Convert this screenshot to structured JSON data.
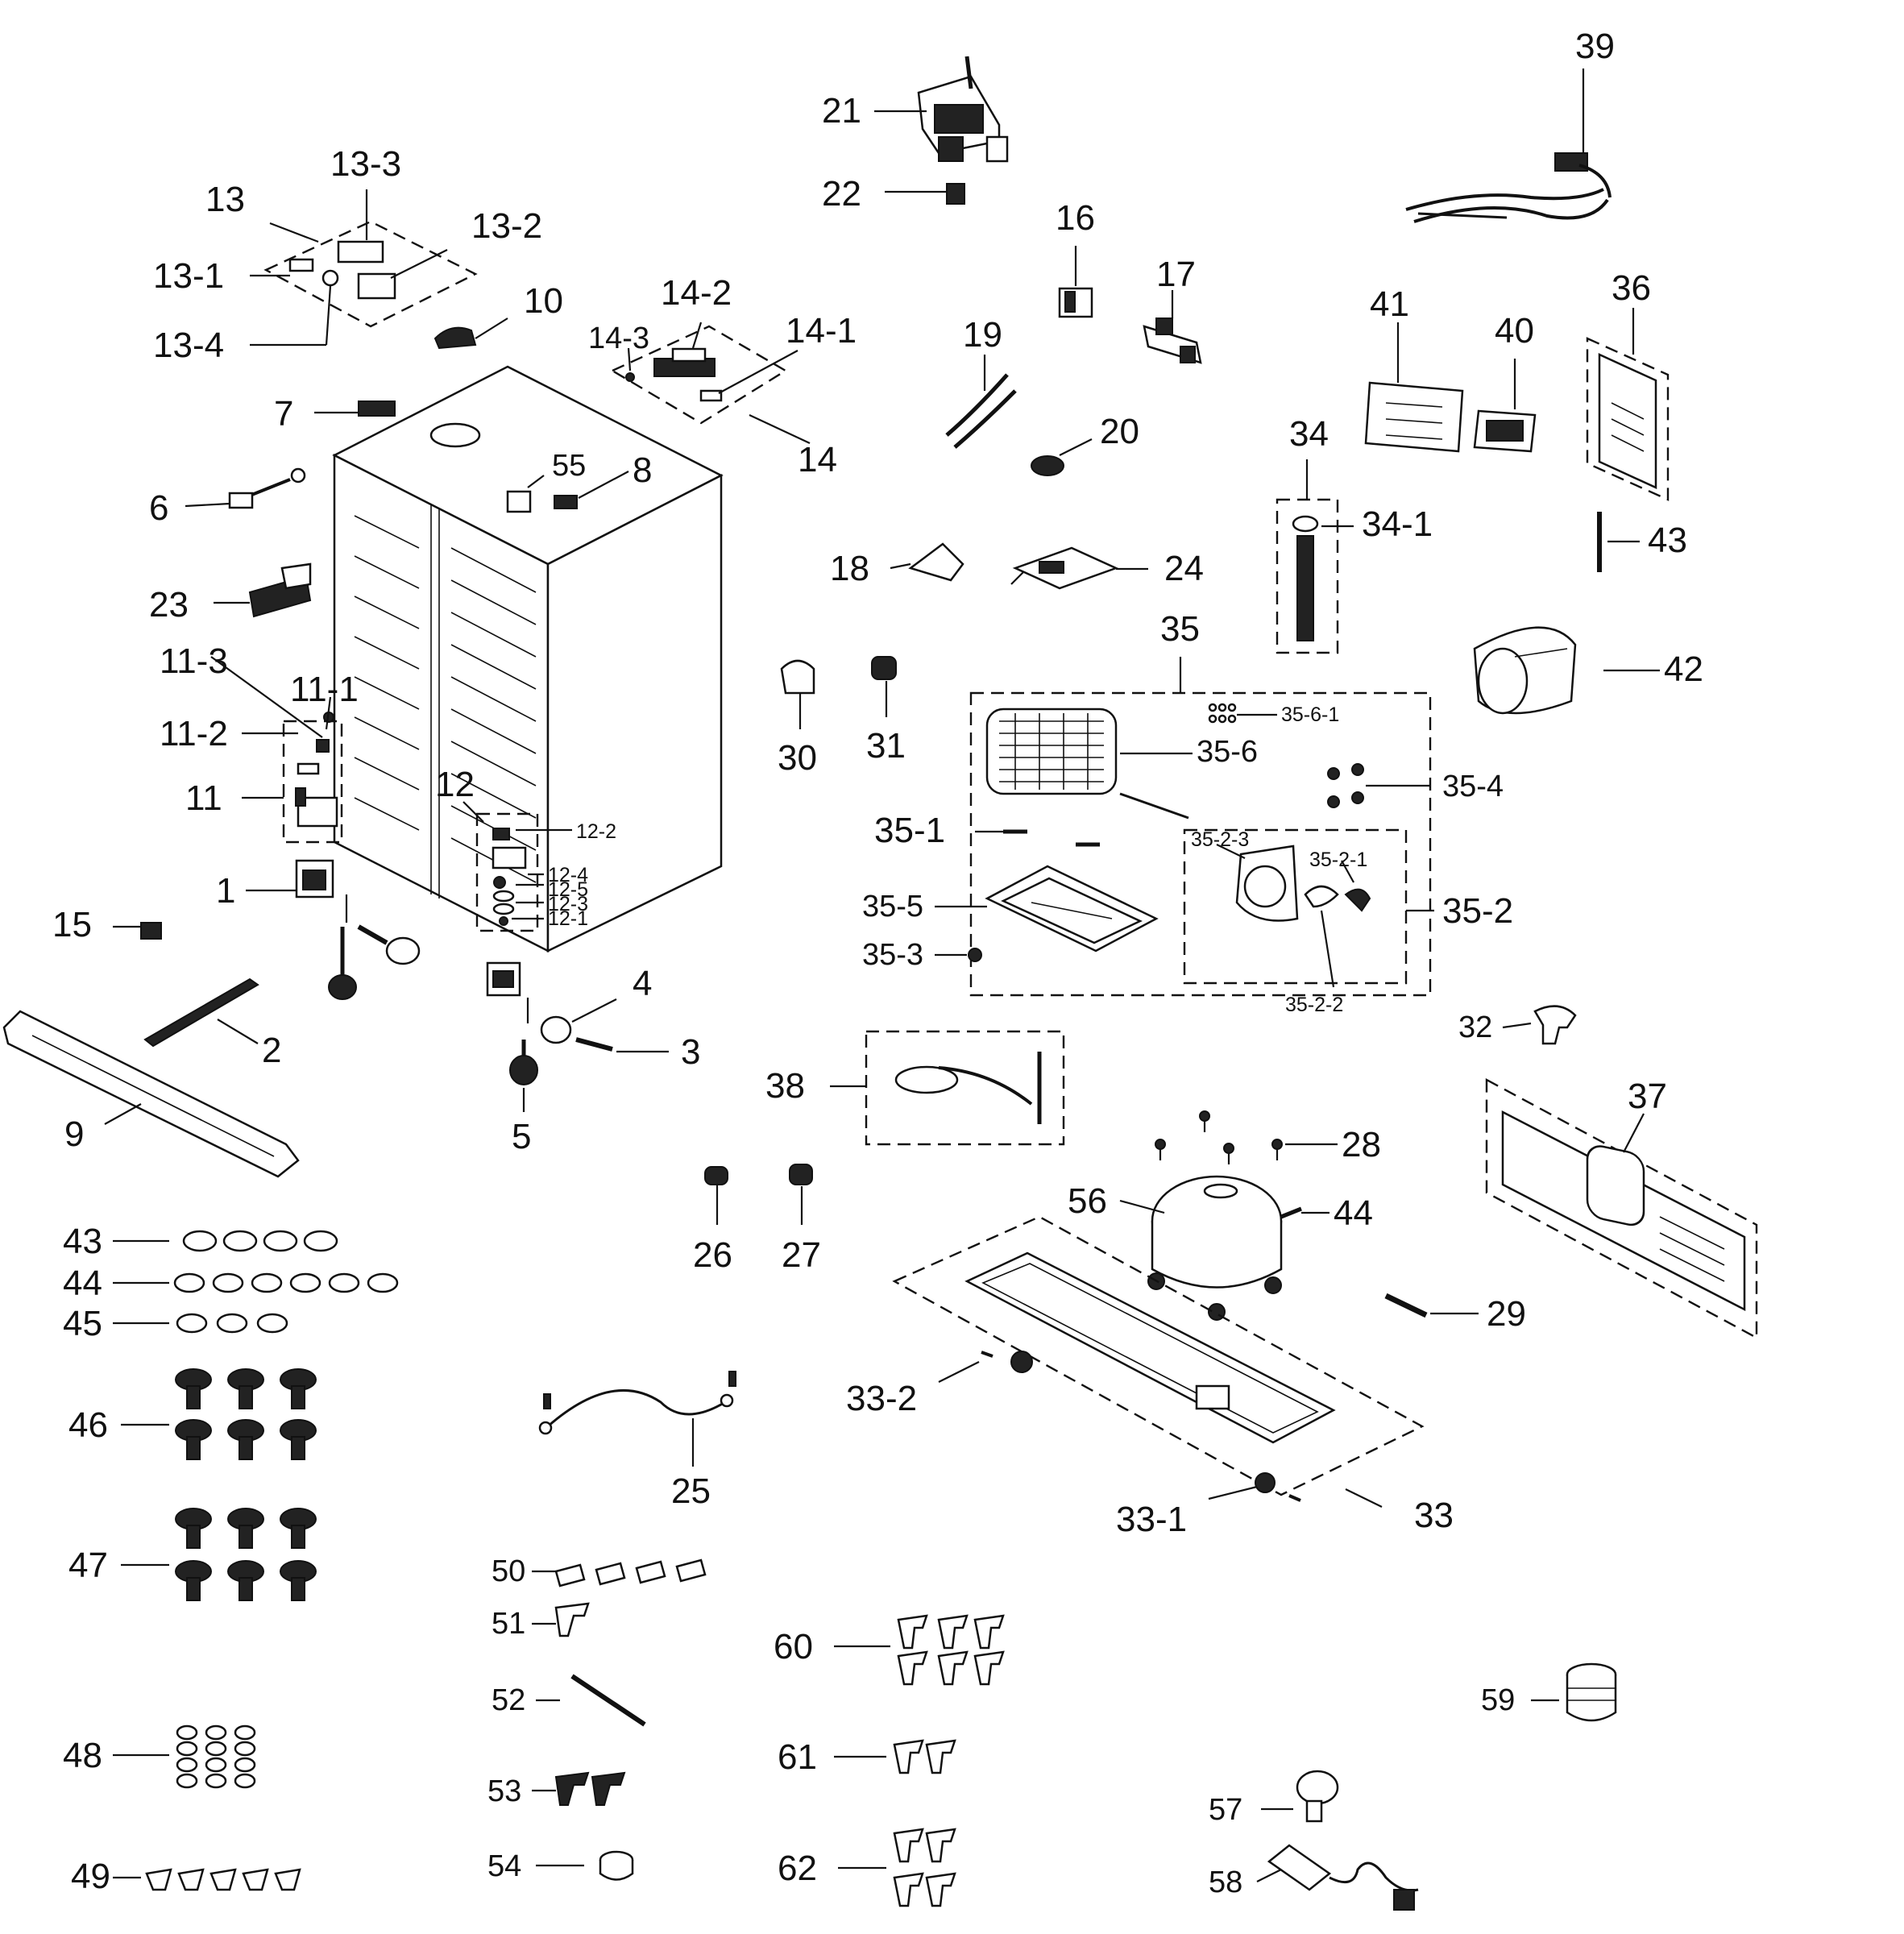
{
  "callouts": {
    "c1": "1",
    "c2": "2",
    "c3": "3",
    "c4": "4",
    "c5": "5",
    "c6": "6",
    "c7": "7",
    "c8": "8",
    "c9": "9",
    "c10": "10",
    "c11": "11",
    "c11_1": "11-1",
    "c11_2": "11-2",
    "c11_3": "11-3",
    "c12": "12",
    "c12_1": "12-1",
    "c12_2": "12-2",
    "c12_3": "12-3",
    "c12_4": "12-4",
    "c12_5": "12-5",
    "c13": "13",
    "c13_1": "13-1",
    "c13_2": "13-2",
    "c13_3": "13-3",
    "c13_4": "13-4",
    "c14": "14",
    "c14_1": "14-1",
    "c14_2": "14-2",
    "c14_3": "14-3",
    "c15": "15",
    "c16": "16",
    "c17": "17",
    "c18": "18",
    "c19": "19",
    "c20": "20",
    "c21": "21",
    "c22": "22",
    "c23": "23",
    "c24": "24",
    "c25": "25",
    "c26": "26",
    "c27": "27",
    "c28": "28",
    "c29": "29",
    "c30": "30",
    "c31": "31",
    "c32": "32",
    "c33": "33",
    "c33_1": "33-1",
    "c33_2": "33-2",
    "c34": "34",
    "c34_1": "34-1",
    "c35": "35",
    "c35_1": "35-1",
    "c35_2": "35-2",
    "c35_2_1": "35-2-1",
    "c35_2_2": "35-2-2",
    "c35_2_3": "35-2-3",
    "c35_3": "35-3",
    "c35_4": "35-4",
    "c35_5": "35-5",
    "c35_6": "35-6",
    "c35_6_1": "35-6-1",
    "c36": "36",
    "c37": "37",
    "c38": "38",
    "c39": "39",
    "c40": "40",
    "c41": "41",
    "c42": "42",
    "c43a": "43",
    "c43b": "43",
    "c44a": "44",
    "c44b": "44",
    "c45": "45",
    "c46": "46",
    "c47": "47",
    "c48": "48",
    "c49": "49",
    "c50": "50",
    "c51": "51",
    "c52": "52",
    "c53": "53",
    "c54": "54",
    "c55": "55",
    "c56": "56",
    "c57": "57",
    "c58": "58",
    "c59": "59",
    "c60": "60",
    "c61": "61",
    "c62": "62"
  }
}
